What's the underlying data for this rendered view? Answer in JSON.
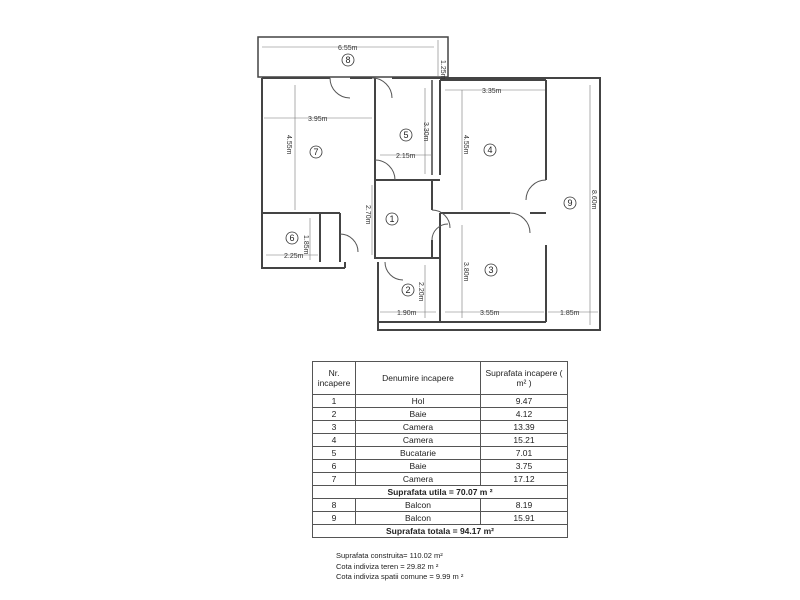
{
  "plan": {
    "dimensions": {
      "balcony_length": "6.55m",
      "balcony_width": "1.25m",
      "kitchen_top": "3.35m",
      "room7_width": "3.95m",
      "room7_height": "4.55m",
      "room5_height": "3.30m",
      "room5_width": "2.15m",
      "room4_height": "4.55m",
      "hall_height": "2.70m",
      "balcony9_height": "8.60m",
      "bath6_height": "1.85m",
      "bath6_width": "2.25m",
      "bath2_height": "2.20m",
      "room3_height": "3.80m",
      "bath2_width": "1.90m",
      "room3_width": "3.55m",
      "balcony9_width": "1.85m"
    },
    "room_numbers": [
      "1",
      "2",
      "3",
      "4",
      "5",
      "6",
      "7",
      "8",
      "9"
    ]
  },
  "table": {
    "headers": {
      "nr": "Nr. incapere",
      "name": "Denumire incapere",
      "area": "Suprafata incapere ( m² )"
    },
    "rows_useful": [
      {
        "nr": "1",
        "name": "Hol",
        "area": "9.47"
      },
      {
        "nr": "2",
        "name": "Baie",
        "area": "4.12"
      },
      {
        "nr": "3",
        "name": "Camera",
        "area": "13.39"
      },
      {
        "nr": "4",
        "name": "Camera",
        "area": "15.21"
      },
      {
        "nr": "5",
        "name": "Bucatarie",
        "area": "7.01"
      },
      {
        "nr": "6",
        "name": "Baie",
        "area": "3.75"
      },
      {
        "nr": "7",
        "name": "Camera",
        "area": "17.12"
      }
    ],
    "summary_useful": "Suprafata utila = 70.07 m ²",
    "rows_balcony": [
      {
        "nr": "8",
        "name": "Balcon",
        "area": "8.19"
      },
      {
        "nr": "9",
        "name": "Balcon",
        "area": "15.91"
      }
    ],
    "summary_total": "Suprafata totala = 94.17 m²"
  },
  "footer": {
    "built_area": "Suprafata construita= 110.02 m²",
    "land_share": "Cota indiviza teren = 29.82 m ²",
    "common_share": "Cota indiviza spatii comune = 9.99 m ²"
  }
}
